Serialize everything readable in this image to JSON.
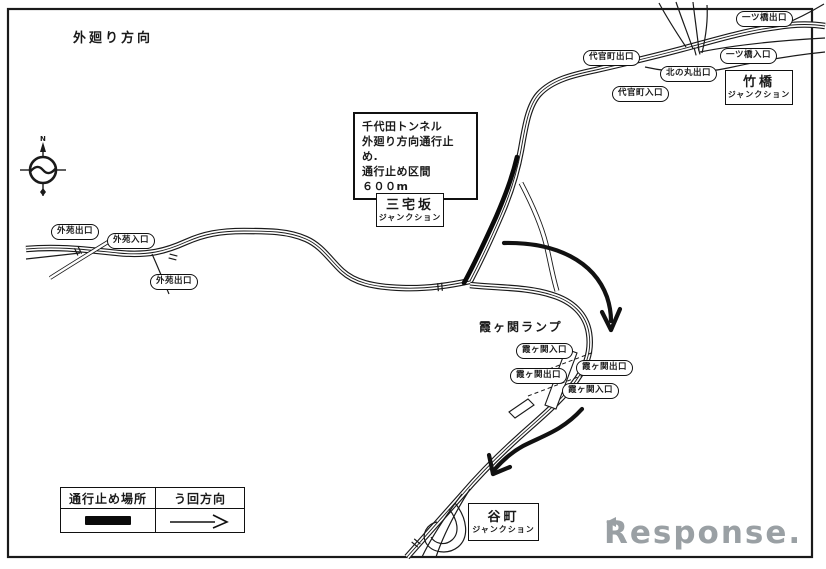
{
  "header": {
    "direction_label": "外廻り方向"
  },
  "compass": {
    "north": "N"
  },
  "notice_box": {
    "lines": [
      "千代田トンネル",
      "外廻り方向通行止め.",
      "通行止め区間",
      "６００m"
    ]
  },
  "junction_boxes": [
    {
      "name": "三宅坂",
      "subtitle": "ジャンクション"
    },
    {
      "name": "竹橋",
      "subtitle": "ジャンクション"
    },
    {
      "name": "谷町",
      "subtitle": "ジャンクション"
    }
  ],
  "area_label": "霞ヶ関ランプ",
  "ramp_labels": [
    "一ツ橋出口",
    "一ツ橋入口",
    "代官町出口",
    "北の丸出口",
    "代官町入口",
    "外苑出口",
    "外苑入口",
    "外苑出口",
    "霞ヶ関入口",
    "霞ヶ関出口",
    "霞ヶ関出口",
    "霞ヶ関入口"
  ],
  "legend": {
    "closure_header": "通行止め場所",
    "detour_header": "う回方向"
  },
  "watermark": {
    "text": "Response."
  },
  "colors": {
    "ink": "#1a1a1a",
    "paper": "#ffffff",
    "watermark_gray": "#9aa0a4"
  }
}
